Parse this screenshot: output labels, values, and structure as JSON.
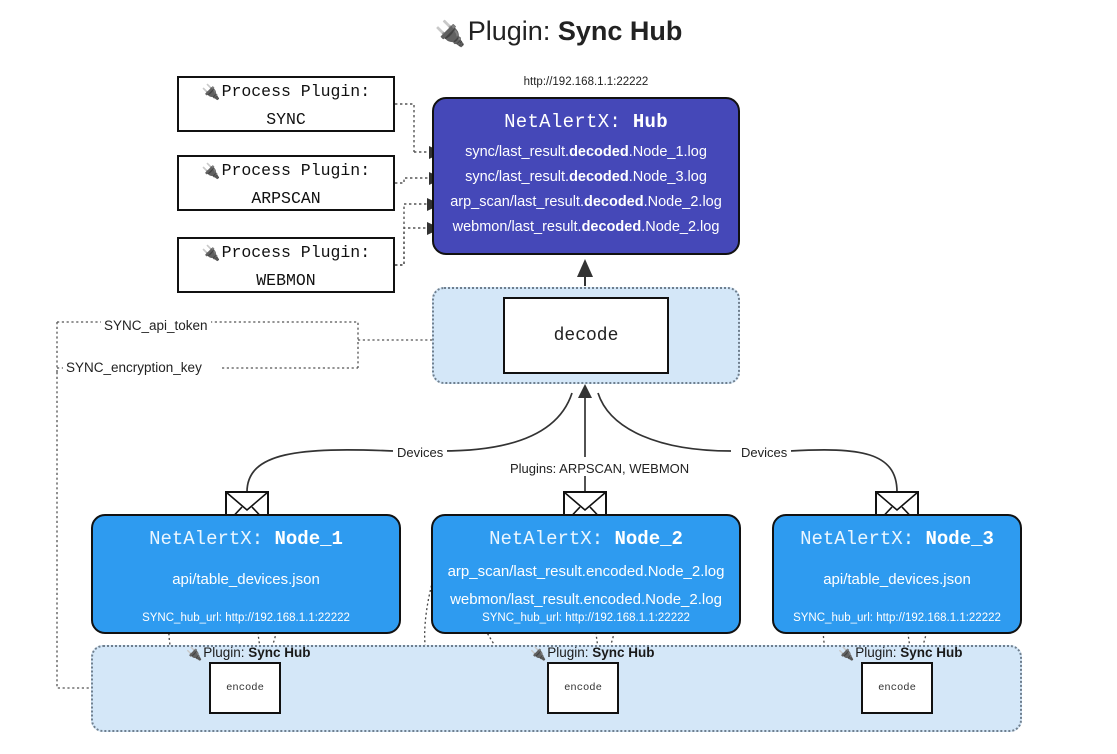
{
  "title": {
    "icon": "plug-icon",
    "prefix": "Plugin: ",
    "name": "Sync Hub"
  },
  "hub": {
    "url": "http://192.168.1.1:22222",
    "label_prefix": "NetAlertX: ",
    "label_name": "Hub",
    "logs": [
      {
        "pre": "sync/last_result.",
        "em": "decoded",
        "post": ".Node_1.log"
      },
      {
        "pre": "sync/last_result.",
        "em": "decoded",
        "post": ".Node_3.log"
      },
      {
        "pre": "arp_scan/last_result.",
        "em": "decoded",
        "post": ".Node_2.log"
      },
      {
        "pre": "webmon/last_result.",
        "em": "decoded",
        "post": ".Node_2.log"
      }
    ]
  },
  "process_plugins": [
    {
      "icon": "plug-icon",
      "line1": "Process Plugin:",
      "line2": "SYNC"
    },
    {
      "icon": "plug-icon",
      "line1": "Process Plugin:",
      "line2": "ARPSCAN"
    },
    {
      "icon": "plug-icon",
      "line1": "Process Plugin:",
      "line2": "WEBMON"
    }
  ],
  "decode": {
    "label": "decode"
  },
  "tokens": {
    "api_token": "SYNC_api_token",
    "encryption_key": "SYNC_encryption_key"
  },
  "edge_labels": {
    "devices_left": "Devices",
    "devices_right": "Devices",
    "plugins": "Plugins: ARPSCAN, WEBMON"
  },
  "nodes": [
    {
      "label_prefix": "NetAlertX: ",
      "label_name": "Node_1",
      "lines": [
        "api/table_devices.json"
      ],
      "hub_url": "SYNC_hub_url: http://192.168.1.1:22222",
      "mail_icon": "envelope-icon"
    },
    {
      "label_prefix": "NetAlertX: ",
      "label_name": "Node_2",
      "lines": [
        "arp_scan/last_result.encoded.Node_2.log",
        "webmon/last_result.encoded.Node_2.log"
      ],
      "hub_url": "SYNC_hub_url: http://192.168.1.1:22222",
      "mail_icon": "envelope-icon"
    },
    {
      "label_prefix": "NetAlertX: ",
      "label_name": "Node_3",
      "lines": [
        "api/table_devices.json"
      ],
      "hub_url": "SYNC_hub_url: http://192.168.1.1:22222",
      "mail_icon": "envelope-icon"
    }
  ],
  "bottom_plugins": [
    {
      "icon": "plug-icon",
      "prefix": "Plugin: ",
      "name": "Sync Hub",
      "encode": "encode"
    },
    {
      "icon": "plug-icon",
      "prefix": "Plugin: ",
      "name": "Sync Hub",
      "encode": "encode"
    },
    {
      "icon": "plug-icon",
      "prefix": "Plugin: ",
      "name": "Sync Hub",
      "encode": "encode"
    }
  ],
  "colors": {
    "hub_fill": "#4548B8",
    "node_fill": "#2E9BF0",
    "container_fill": "#D4E7F8",
    "stroke": "#111111"
  }
}
